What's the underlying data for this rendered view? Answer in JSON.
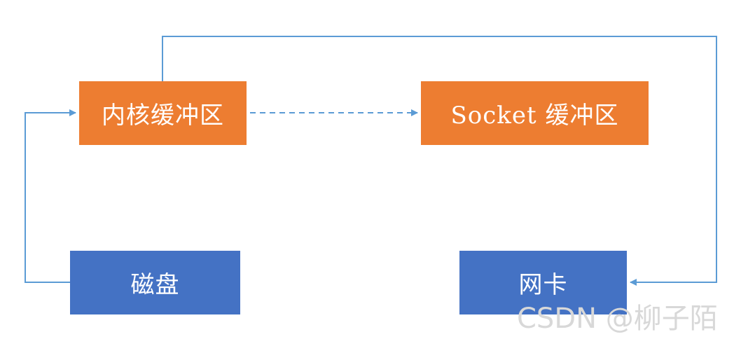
{
  "diagram": {
    "nodes": {
      "kernel_buffer": {
        "label": "内核缓冲区",
        "color": "#ed7d31"
      },
      "socket_buffer": {
        "label": "Socket 缓冲区",
        "color": "#ed7d31"
      },
      "disk": {
        "label": "磁盘",
        "color": "#4472c4"
      },
      "nic": {
        "label": "网卡",
        "color": "#4472c4"
      }
    },
    "edges": [
      {
        "from": "磁盘",
        "to": "内核缓冲区",
        "style": "solid"
      },
      {
        "from": "内核缓冲区",
        "to": "Socket 缓冲区",
        "style": "dashed"
      },
      {
        "from": "内核缓冲区",
        "to": "网卡",
        "style": "solid"
      }
    ],
    "line_color": "#5b9bd5"
  },
  "watermark": "CSDN @柳子陌"
}
